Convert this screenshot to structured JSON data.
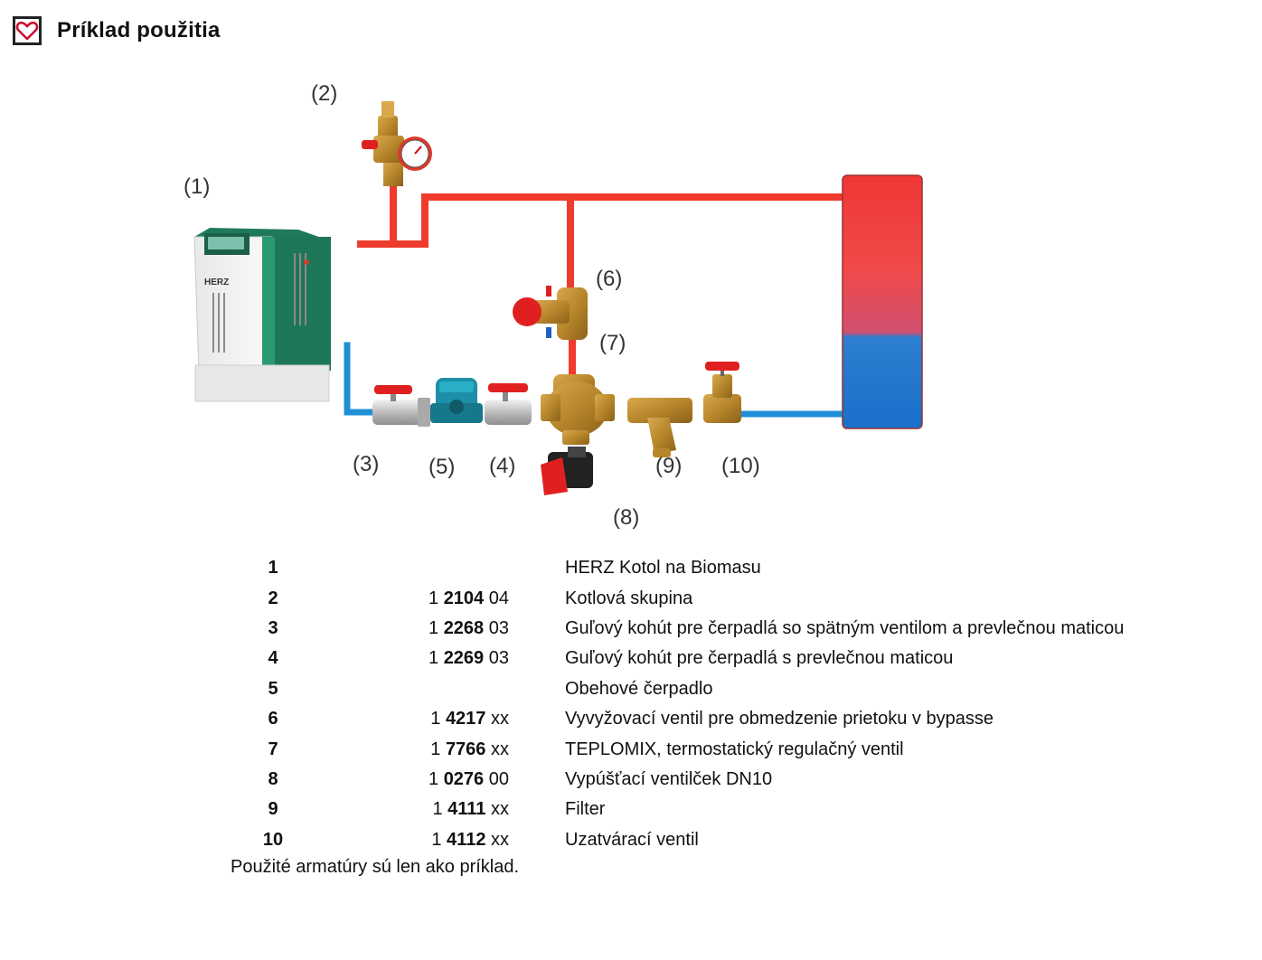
{
  "header": {
    "title": "Príklad použitia",
    "icon": "heart-icon",
    "icon_color": "#c8102e"
  },
  "diagram": {
    "callouts": [
      "(1)",
      "(2)",
      "(3)",
      "(4)",
      "(5)",
      "(6)",
      "(7)",
      "(8)",
      "(9)",
      "(10)"
    ],
    "boiler_brand": "HERZ",
    "colors": {
      "supply_pipe": "#ef3b2c",
      "return_pipe": "#1f8fd6",
      "brass": "#b8862b",
      "boiler_green": "#1f7a5c",
      "handle_red": "#e02020"
    }
  },
  "parts": [
    {
      "num": "1",
      "code_prefix": "",
      "code_main": "",
      "code_suffix": "",
      "desc": "HERZ Kotol na Biomasu"
    },
    {
      "num": "2",
      "code_prefix": "1",
      "code_main": "2104",
      "code_suffix": "04",
      "desc": "Kotlová skupina"
    },
    {
      "num": "3",
      "code_prefix": "1",
      "code_main": "2268",
      "code_suffix": "03",
      "desc": "Guľový kohút pre čerpadlá so spätným ventilom a prevlečnou maticou"
    },
    {
      "num": "4",
      "code_prefix": "1",
      "code_main": "2269",
      "code_suffix": "03",
      "desc": "Guľový kohút pre čerpadlá s prevlečnou maticou"
    },
    {
      "num": "5",
      "code_prefix": "",
      "code_main": "",
      "code_suffix": "",
      "desc": "Obehové čerpadlo"
    },
    {
      "num": "6",
      "code_prefix": "1",
      "code_main": "4217",
      "code_suffix": "xx",
      "desc": "Vyvyžovací ventil pre obmedzenie prietoku v bypasse"
    },
    {
      "num": "7",
      "code_prefix": "1",
      "code_main": "7766",
      "code_suffix": "xx",
      "desc": "TEPLOMIX, termostatický regulačný ventil"
    },
    {
      "num": "8",
      "code_prefix": "1",
      "code_main": "0276",
      "code_suffix": "00",
      "desc": "Vypúšťací ventilček DN10"
    },
    {
      "num": "9",
      "code_prefix": "1",
      "code_main": "4111",
      "code_suffix": "xx",
      "desc": "Filter"
    },
    {
      "num": "10",
      "code_prefix": "1",
      "code_main": "4112",
      "code_suffix": "xx",
      "desc": "Uzatvárací ventil"
    }
  ],
  "note": "Použité armatúry sú len ako príklad."
}
